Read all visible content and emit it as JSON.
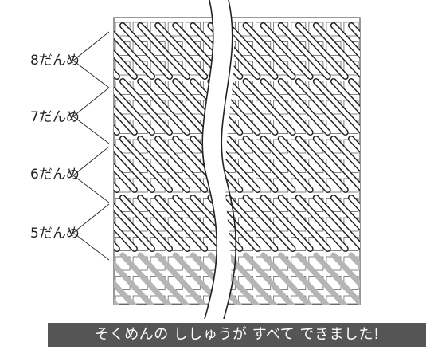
{
  "rows": [
    {
      "label": "8だんめ",
      "state": "done"
    },
    {
      "label": "7だんめ",
      "state": "done"
    },
    {
      "label": "6だんめ",
      "state": "done"
    },
    {
      "label": "5だんめ",
      "state": "done"
    },
    {
      "label": "",
      "state": "previous"
    }
  ],
  "caption": "そくめんの ししゅうが すべて できました!",
  "colors": {
    "stitch_done": "#222222",
    "stitch_previous": "#b5b5b5",
    "grid": "#555555",
    "caption_bg": "#555555",
    "caption_text": "#ffffff"
  }
}
